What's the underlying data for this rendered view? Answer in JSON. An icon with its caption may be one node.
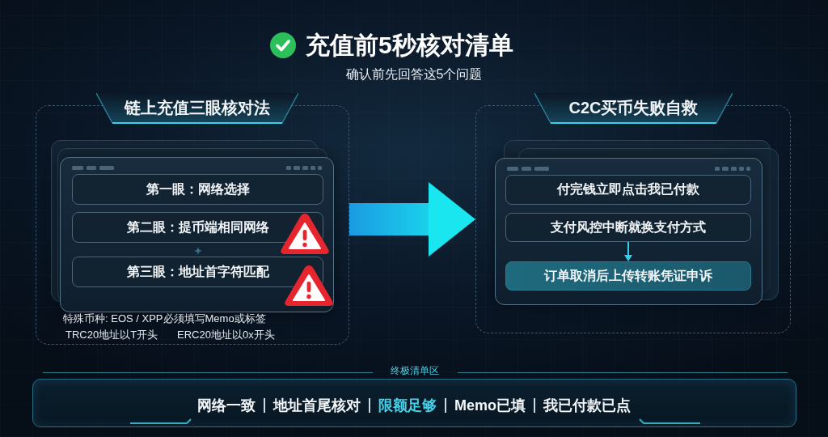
{
  "diagram": {
    "title": "充值前5秒核对清单",
    "nodes": [
      {
        "text": [
          "链上充值三眼核对法",
          "特殊币种: EOS / XPP必须填写Memo或标签",
          "TRC20地址以T开头",
          "ERC20地址以0x开头"
        ]
      },
      {
        "text": [
          "第一眼：网络选择"
        ],
        "in": 0
      },
      {
        "text": [
          "第二眼：提币端相同网络"
        ],
        "in": 0
      },
      {
        "text": [
          "第三眼：地址首字符匹配"
        ],
        "in": 0
      },
      {
        "text": [
          "C2C买币失败自救"
        ]
      },
      {
        "text": [
          "付完钱立即点击我已付款"
        ],
        "in": 4
      },
      {
        "text": [
          "支付风控中断就换支付方式"
        ],
        "in": 4
      },
      {
        "text": [
          "订单取消后上传转账凭证申诉"
        ],
        "in": 4
      },
      {
        "text": [
          "终极清单区",
          "网络一致",
          "地址首尾核对",
          "限额足够",
          "Memo已填",
          "我已付款已点"
        ]
      }
    ],
    "edges": [
      {
        "from": 0,
        "to": 4,
        "arrow": "to",
        "style": "thick"
      },
      {
        "from": 6,
        "to": 7,
        "arrow": "to"
      }
    ],
    "labels": [
      "确认前先回答这5个问题"
    ]
  }
}
